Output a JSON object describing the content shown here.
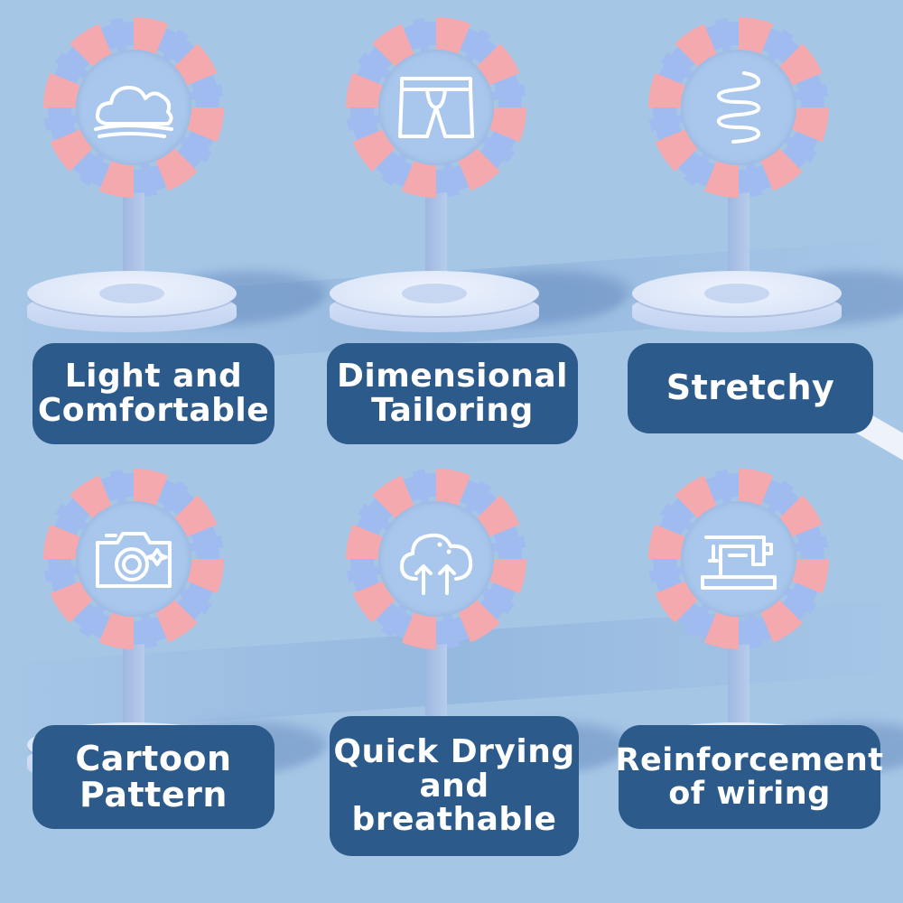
{
  "colors": {
    "background": "#a6c6e6",
    "label_bg": "#2c5a8a",
    "label_text": "#ffffff",
    "ring_pink": "#f4a9ae",
    "ring_blue": "#9fbbf0",
    "icon_stroke": "#ffffff"
  },
  "features": [
    {
      "icon": "cloud-icon",
      "lines": [
        "Light and",
        "Comfortable"
      ]
    },
    {
      "icon": "boxer-briefs-icon",
      "lines": [
        "Dimensional",
        "Tailoring"
      ]
    },
    {
      "icon": "spring-icon",
      "lines": [
        "Stretchy"
      ]
    },
    {
      "icon": "camera-icon",
      "lines": [
        "Cartoon",
        "Pattern"
      ]
    },
    {
      "icon": "cloud-arrows-icon",
      "lines": [
        "Quick Drying",
        "and",
        "breathable"
      ]
    },
    {
      "icon": "sewing-machine-icon",
      "lines": [
        "Reinforcement",
        "of wiring"
      ]
    }
  ]
}
